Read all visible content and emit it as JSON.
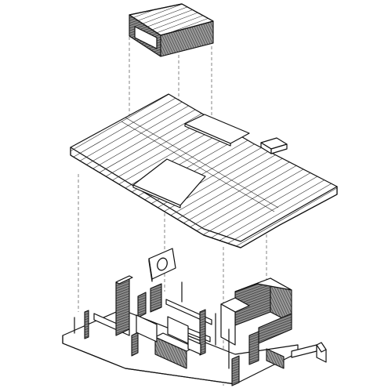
{
  "diagram": {
    "kind": "exploded-axonometric",
    "layers": [
      "skylight-box",
      "roof",
      "floor-plan"
    ],
    "colors": {
      "line": "#111111",
      "paper": "#ffffff",
      "shade": "#6a6a6a"
    },
    "icons": [
      "ring-ornament-icon"
    ]
  }
}
